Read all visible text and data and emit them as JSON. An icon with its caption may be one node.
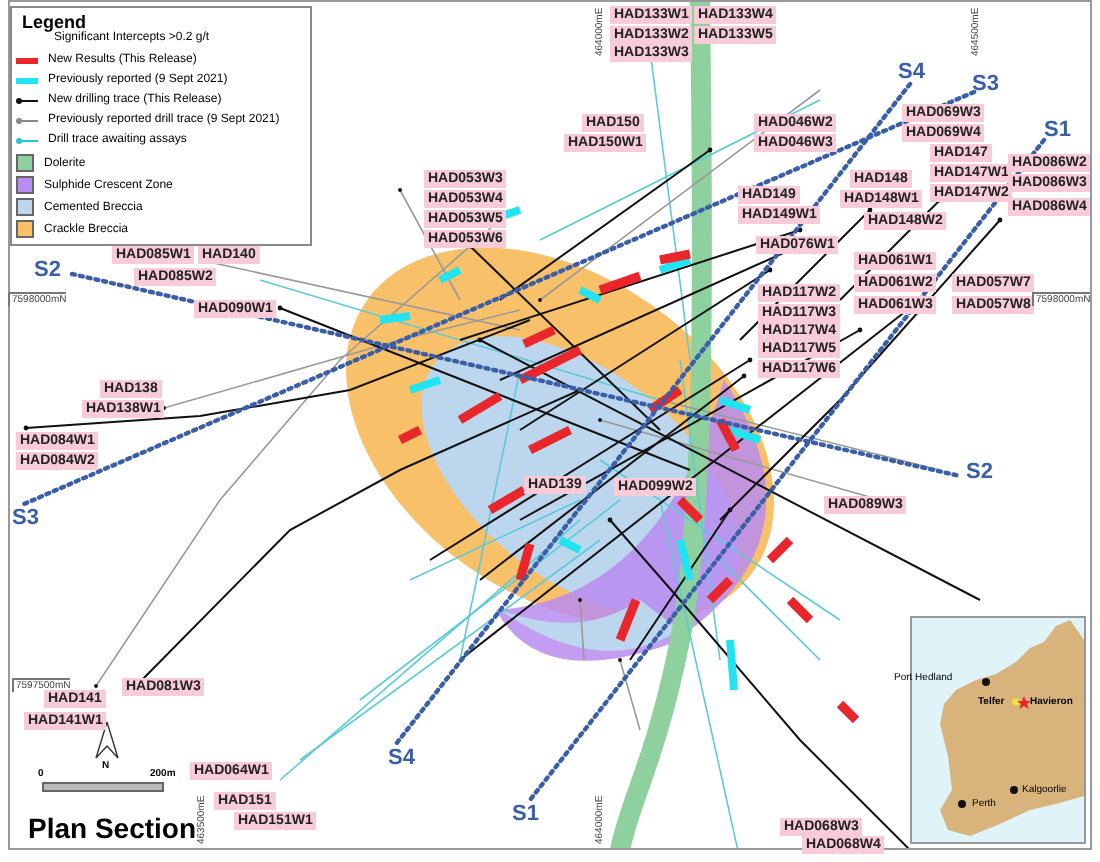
{
  "diagram": {
    "title": "Plan Section",
    "labels": [
      "Legend",
      "Significant Intercepts >0.2 g/t",
      "HAD133W1",
      "HAD133W4",
      "HAD133W2",
      "HAD133W5",
      "HAD133W3",
      "464000mE",
      "464500mE",
      "HAD053W3",
      "HAD053W4",
      "HAD053W5",
      "HAD053W6",
      "HAD150",
      "HAD150W1",
      "HAD046W2",
      "HAD046W3",
      "HAD069W3",
      "HAD069W4",
      "S4",
      "S3",
      "S1",
      "HAD147",
      "HAD147W1",
      "HAD147W2",
      "HAD086W2",
      "HAD086W3",
      "HAD086W4",
      "HAD148",
      "HAD148W1",
      "HAD148W2",
      "HAD149",
      "HAD149W1",
      "HAD076W1",
      "HAD061W1",
      "HAD061W2",
      "HAD061W3",
      "HAD057W7",
      "HAD057W8",
      "HAD085W1",
      "HAD140",
      "S2",
      "HAD085W2",
      "HAD090W1",
      "7598000mN",
      "7598000mN",
      "HAD117W2",
      "HAD117W3",
      "HAD117W4",
      "HAD117W5",
      "HAD117W6",
      "HAD138",
      "HAD138W1",
      "HAD084W1",
      "HAD084W2",
      "S3",
      "HAD139",
      "HAD099W2",
      "S2",
      "HAD089W3",
      "7597500mN",
      "HAD081W3",
      "HAD141",
      "HAD141W1",
      "N",
      "0",
      "200m",
      "HAD064W1",
      "S4",
      "S1",
      "HAD151",
      "HAD151W1",
      "463500mE",
      "464000mE",
      "Port Hedland",
      "Telfer",
      "Havieron",
      "Kalgoorlie",
      "Perth",
      "HAD068W3",
      "HAD068W4"
    ],
    "legend": [
      {
        "text": "New Results (This Release)",
        "color": "#e8262b"
      },
      {
        "text": "Previously reported (9 Sept 2021)",
        "color": "#22e3f0"
      },
      {
        "text": "New drilling trace (This Release)"
      },
      {
        "text": "Previously reported drill trace (9 Sept 2021)"
      },
      {
        "text": "Drill trace awaiting assays"
      },
      {
        "text": "Dolerite",
        "color": "#8fd19e"
      },
      {
        "text": "Sulphide Crescent Zone",
        "color": "#b98cf0"
      },
      {
        "text": "Cemented Breccia",
        "color": "#bcd6ee"
      },
      {
        "text": "Crackle Breccia",
        "color": "#f9c06a"
      }
    ]
  }
}
